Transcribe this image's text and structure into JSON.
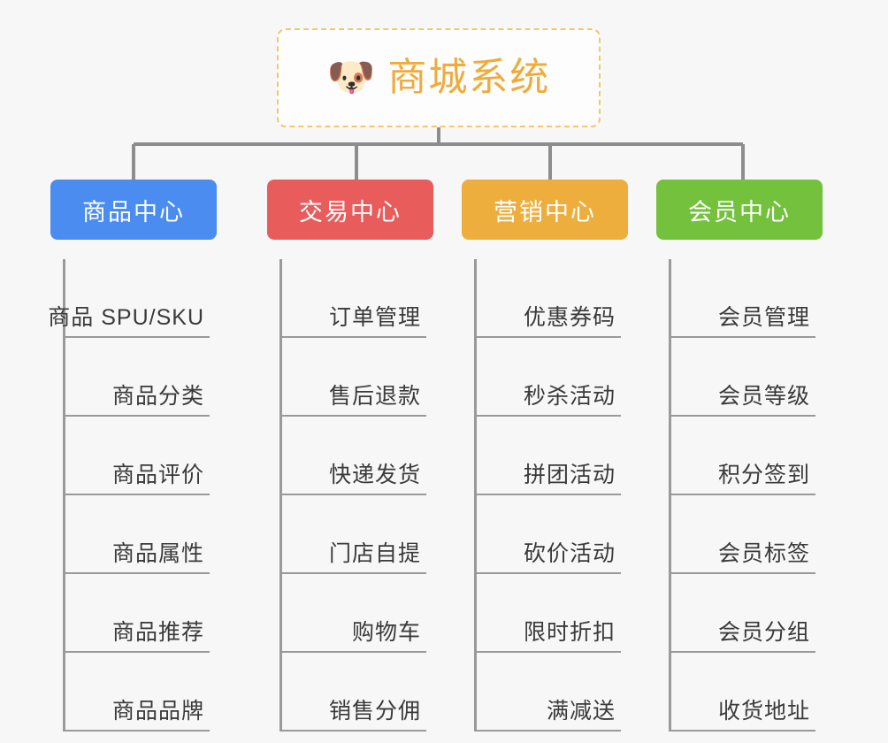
{
  "root": {
    "icon": "dog-face-icon",
    "icon_glyph": "🐶",
    "title": "商城系统",
    "text_color": "#efab3c",
    "border_color": "#f3c76a",
    "background": "#fdfdfd"
  },
  "canvas": {
    "background": "#f7f7f7",
    "connector_color": "#8d8d8d",
    "leaf_line_color": "#9a9a9a",
    "leaf_text_color": "#3a3a3a"
  },
  "columns": [
    {
      "id": "product-center",
      "label": "商品中心",
      "color": "#4a8cf0",
      "items": [
        "商品 SPU/SKU",
        "商品分类",
        "商品评价",
        "商品属性",
        "商品推荐",
        "商品品牌"
      ]
    },
    {
      "id": "trade-center",
      "label": "交易中心",
      "color": "#e85c5c",
      "items": [
        "订单管理",
        "售后退款",
        "快递发货",
        "门店自提",
        "购物车",
        "销售分佣"
      ]
    },
    {
      "id": "marketing-center",
      "label": "营销中心",
      "color": "#eeae3e",
      "items": [
        "优惠券码",
        "秒杀活动",
        "拼团活动",
        "砍价活动",
        "限时折扣",
        "满减送"
      ]
    },
    {
      "id": "member-center",
      "label": "会员中心",
      "color": "#73c13d",
      "items": [
        "会员管理",
        "会员等级",
        "积分签到",
        "会员标签",
        "会员分组",
        "收货地址"
      ]
    }
  ]
}
